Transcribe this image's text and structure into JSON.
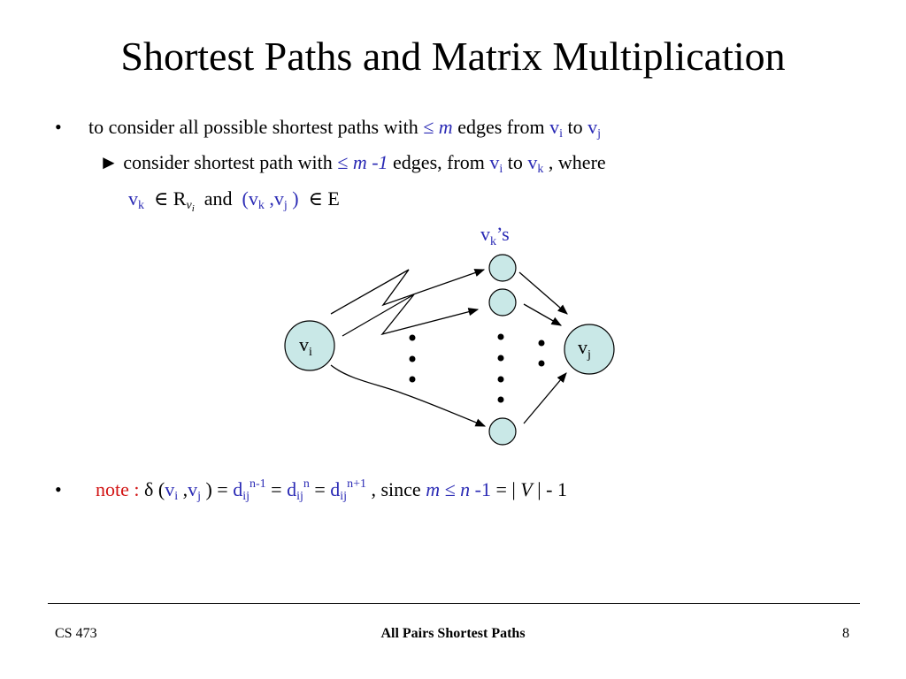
{
  "slide": {
    "title": "Shortest Paths and Matrix Multiplication",
    "bullet_symbol": "•",
    "bullet1": {
      "text_a": "to consider all possible shortest paths with ",
      "le_m": "≤ m",
      "text_b": " edges from ",
      "v": "v",
      "sub_i": "i",
      "text_c": " to ",
      "sub_j": "j"
    },
    "sub1": {
      "arrow": "►",
      "text_a": " consider shortest path with ",
      "le_m1": "≤ m -1",
      "text_b": " edges, from ",
      "text_c": "  to ",
      "sub_k": "k",
      "text_d": " , where"
    },
    "cond": {
      "in1": "∈ R",
      "rsub": "v",
      "rsub_i": "i",
      "and": "  and  ",
      "paren_open": "(",
      "comma": " ,",
      "paren_close": " )",
      "in2": "∈ E"
    },
    "diagram": {
      "label_vks_v": "v",
      "label_vks_k": "k",
      "label_vks_s": "’s",
      "node_vi_v": "v",
      "node_vi_sub": "i",
      "node_vj_v": "v",
      "node_vj_sub": "j",
      "colors": {
        "node_fill": "#c9e8e7",
        "stroke": "#000000"
      }
    },
    "note": {
      "label": "note : ",
      "delta": "δ (",
      "comma": " ,",
      "paren_eq": " ) = ",
      "d": "d",
      "ij": "ij",
      "sup_n1": "n-1",
      "eq": " = ",
      "sup_n": "n",
      "sup_np1": "n+1",
      "since": " , since ",
      "m_le_n": "m ≤ n",
      "minus1": " -1",
      "eq_V": " = | ",
      "V": "V",
      "tail": " | - 1"
    },
    "footer": {
      "course": "CS 473",
      "center": "All Pairs Shortest Paths",
      "page": "8"
    },
    "colors": {
      "blue": "#2b2bb5",
      "red": "#d21414"
    }
  }
}
